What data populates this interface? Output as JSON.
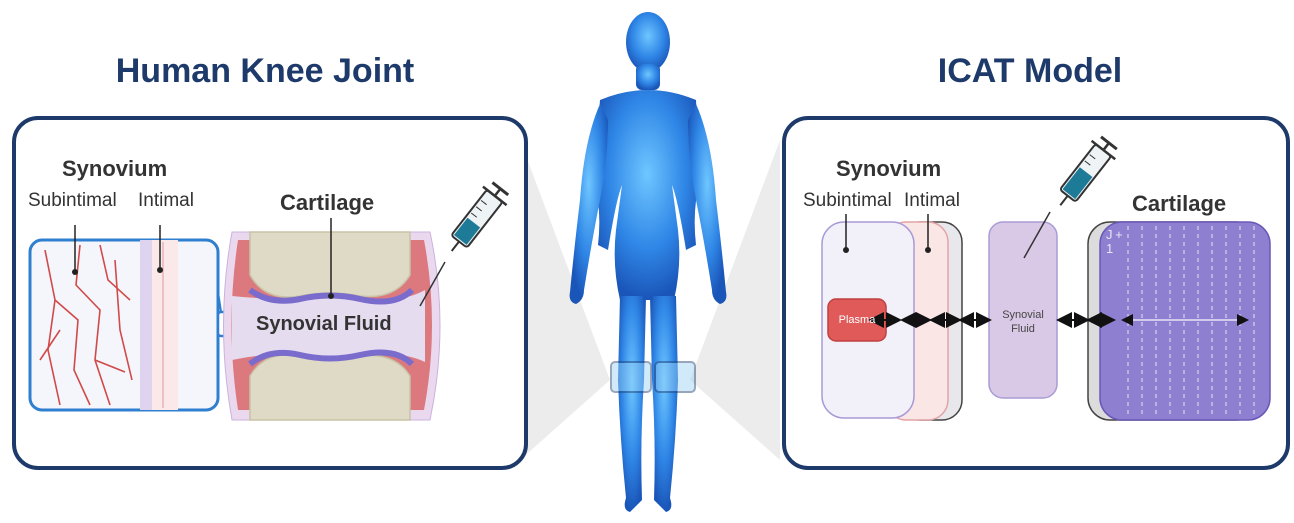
{
  "left_panel": {
    "title": "Human Knee Joint",
    "synovium": "Synovium",
    "subintimal": "Subintimal",
    "intimal": "Intimal",
    "cartilage": "Cartilage",
    "synovial_fluid": "Synovial Fluid"
  },
  "right_panel": {
    "title": "ICAT Model",
    "synovium": "Synovium",
    "subintimal": "Subintimal",
    "intimal": "Intimal",
    "cartilage": "Cartilage",
    "plasma": "Plasma",
    "synovial_fluid_line1": "Synovial",
    "synovial_fluid_line2": "Fluid",
    "index_label": "J + 1"
  },
  "colors": {
    "title": "#1d3a6b",
    "panel_border": "#1d3a6b",
    "body": "#2f86e6",
    "plasma": "#e05a5a",
    "synovial_fluid": "#d9c9e6",
    "cartilage": "#8f7fd0",
    "vessels": "#d14a4a"
  }
}
